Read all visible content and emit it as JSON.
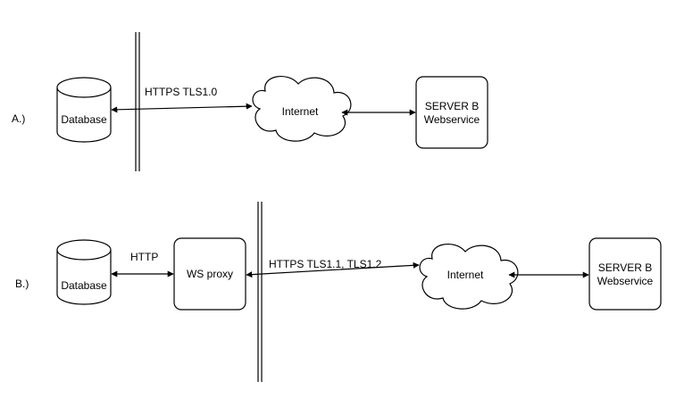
{
  "scenario_a": {
    "label": "A.)",
    "database": "Database",
    "link_db_internet": "HTTPS TLS1.0",
    "internet": "Internet",
    "server_line1": "SERVER B",
    "server_line2": "Webservice"
  },
  "scenario_b": {
    "label": "B.)",
    "database": "Database",
    "link_db_proxy": "HTTP",
    "proxy": "WS proxy",
    "link_proxy_internet": "HTTPS TLS1.1, TLS1.2",
    "internet": "Internet",
    "server_line1": "SERVER B",
    "server_line2": "Webservice"
  }
}
